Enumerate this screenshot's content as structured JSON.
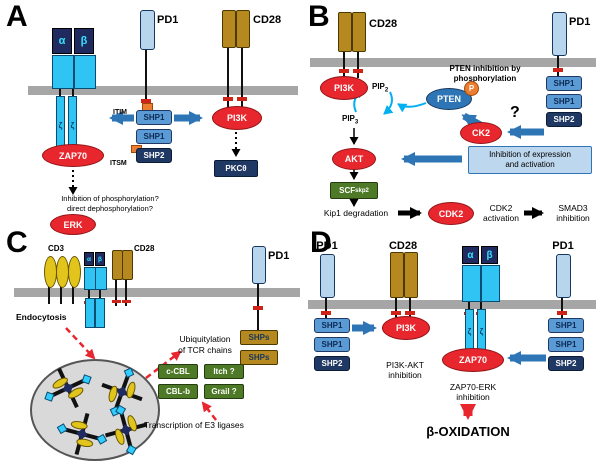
{
  "panelA": {
    "label": "A",
    "tcr": {
      "alpha": "α",
      "beta": "β",
      "zeta_left": "ζ",
      "zeta_right": "ζ"
    },
    "pd1_label": "PD1",
    "cd28_label": "CD28",
    "itim": "ITIM",
    "itsm": "ITSM",
    "shp1_top": "SHP1",
    "shp1_bottom": "SHP1",
    "shp2": "SHP2",
    "zap70": "ZAP70",
    "erk": "ERK",
    "pi3k": "PI3K",
    "pkc_theta": "PKCθ",
    "question_line1": "Inhibition of phosphorylation?",
    "question_line2": "direct dephosphorylation?"
  },
  "panelB": {
    "label": "B",
    "cd28_label": "CD28",
    "pd1_label": "PD1",
    "pi3k": "PI3K",
    "pip2_base": "PIP",
    "pip2_sub": "2",
    "pip3_base": "PIP",
    "pip3_sub": "3",
    "pten": "PTEN",
    "phospho_p": "P",
    "pten_note_line1": "PTEN inhibition by",
    "pten_note_line2": "phosphorylation",
    "ck2": "CK2",
    "question_mark": "?",
    "shp1_top": "SHP1",
    "shp1_bottom": "SHP1",
    "shp2": "SHP2",
    "inhibition_line1": "Inhibition of expression",
    "inhibition_line2": "and activation",
    "akt": "AKT",
    "scf_base": "SCF",
    "scf_sup": "skp2",
    "kip1": "Kip1 degradation",
    "cdk2": "CDK2",
    "cdk2_note_line1": "CDK2",
    "cdk2_note_line2": "activation",
    "smad3_line1": "SMAD3",
    "smad3_line2": "inhibition"
  },
  "panelC": {
    "label": "C",
    "cd3_label": "CD3",
    "cd28_label": "CD28",
    "pd1_label": "PD1",
    "alpha": "α",
    "beta": "β",
    "endocytosis": "Endocytosis",
    "ubiq_line1": "Ubiquitylation",
    "ubiq_line2": "of TCR chains",
    "e3_boxes": [
      "c-CBL",
      "Itch ?",
      "CBL-b",
      "Grail ?"
    ],
    "transcription": "Transcription of E3 ligases",
    "shps_top": "SHPs",
    "shps_bottom": "SHPs"
  },
  "panelD": {
    "label": "D",
    "pd1_left_label": "PD1",
    "cd28_label": "CD28",
    "alpha": "α",
    "beta": "β",
    "zeta_left": "ζ",
    "zeta_right": "ζ",
    "pd1_right_label": "PD1",
    "shp_left": {
      "shp1_top": "SHP1",
      "shp1_bottom": "SHP1",
      "shp2": "SHP2"
    },
    "shp_right": {
      "shp1_top": "SHP1",
      "shp1_bottom": "SHP1",
      "shp2": "SHP2"
    },
    "pi3k": "PI3K",
    "zap70": "ZAP70",
    "pi3k_note_line1": "PI3K-AKT",
    "pi3k_note_line2": "inhibition",
    "zap70_note_line1": "ZAP70-ERK",
    "zap70_note_line2": "inhibition",
    "beta_oxidation": "β-OXIDATION"
  }
}
